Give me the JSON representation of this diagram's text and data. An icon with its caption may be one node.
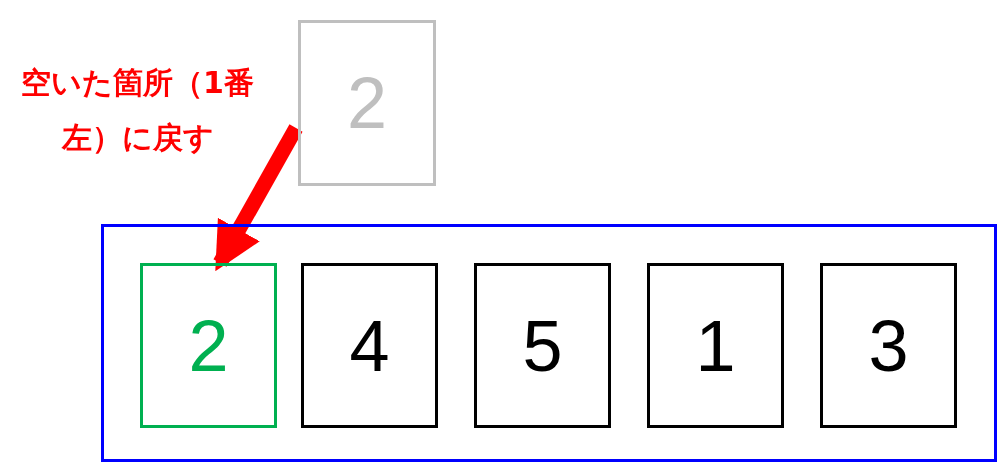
{
  "diagram": {
    "nodes": [
      {
        "text": [
          "2"
        ]
      },
      {
        "text": [],
        "shape": "box"
      },
      {
        "text": [
          "2"
        ],
        "in": 1
      },
      {
        "text": [
          "4"
        ],
        "in": 1
      },
      {
        "text": [
          "5"
        ],
        "in": 1
      },
      {
        "text": [
          "1"
        ],
        "in": 1
      },
      {
        "text": [
          "3"
        ],
        "in": 1
      }
    ],
    "edges": [
      {
        "from": 0,
        "to": 2,
        "arrow": "to",
        "color": "#ff0000"
      }
    ],
    "labels": [
      "空いた箇所（1番左）に戻す"
    ]
  }
}
